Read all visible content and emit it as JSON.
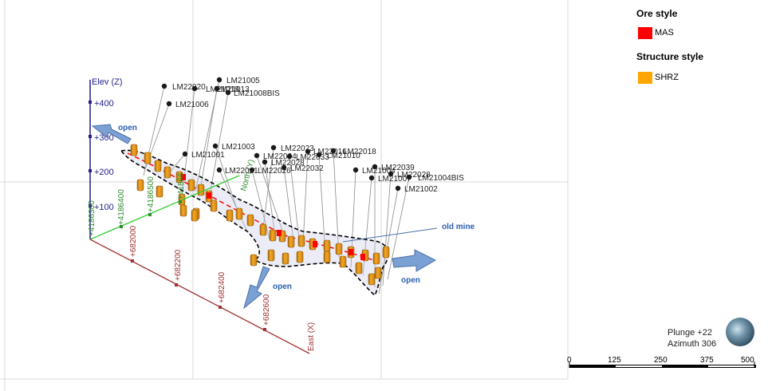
{
  "colors": {
    "ore_mas": "#ff0000",
    "structure_shrz": "#ffa500",
    "elev_axis": "#1f1f8f",
    "north_axis": "#2e8b2e",
    "east_axis": "#a03030",
    "arrow_fill": "#7aa0d4",
    "annotation_text": "#2a5db0"
  },
  "legend": {
    "ore_title": "Ore style",
    "ore_items": [
      {
        "label": "MAS",
        "color": "#ff0000"
      }
    ],
    "structure_title": "Structure style",
    "structure_items": [
      {
        "label": "SHRZ",
        "color": "#ffa500"
      }
    ]
  },
  "axes": {
    "elev": {
      "label": "Elev (Z)",
      "ticks": [
        "+400",
        "+300",
        "+200",
        "+100"
      ]
    },
    "north": {
      "label": "North (Y)",
      "ticks": [
        "+4186300",
        "+4186400",
        "+4186500",
        "+41866"
      ]
    },
    "east": {
      "label": "East (X)",
      "ticks": [
        "+682000",
        "+682200",
        "+682400",
        "+682600"
      ]
    }
  },
  "drillholes": [
    "LM21005",
    "LM22020",
    "LM21019",
    "LM21013",
    "LM21008BIS",
    "LM21006",
    "LM21001",
    "LM21003",
    "LM22023",
    "LM22004",
    "LM22033",
    "LM22028",
    "LM21010",
    "LM22016",
    "LM22018",
    "LM22032",
    "LM22026",
    "LM22021",
    "LM21004",
    "LM22039",
    "LM21007",
    "LM22028",
    "LM21004BIS",
    "LM21002"
  ],
  "annotations": {
    "open_left": "open",
    "open_bottom": "open",
    "open_right": "open",
    "old_mine": "old mine"
  },
  "view": {
    "plunge": "Plunge +22",
    "azimuth": "Azimuth 306"
  },
  "scale_bar": {
    "labels": [
      "0",
      "125",
      "250",
      "375",
      "500"
    ]
  }
}
